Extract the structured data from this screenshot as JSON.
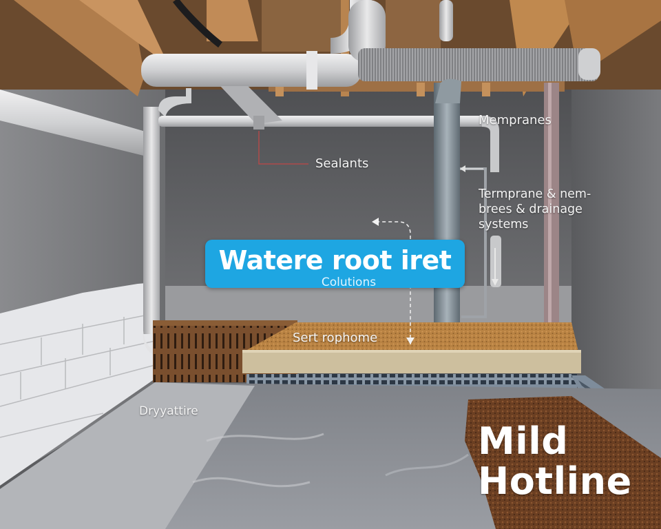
{
  "scene": {
    "subject": "basement waterproofing illustration",
    "colors": {
      "banner": "#1ea6e2",
      "label_text": "#f4f4f4",
      "wall_gray": "#6e6f72",
      "joist_wood": "#a9784a",
      "pipe_white": "#d9dadc",
      "gravel": "#b98343",
      "membrane_floor": "#8d9096",
      "drain_channel": "#7f8d9c",
      "mold_brown": "#6b3f22"
    }
  },
  "banner": {
    "title": "Watere root iret",
    "subtitle": "Colutions"
  },
  "labels": {
    "sealants": "Sealants",
    "membranes": "Mempranes",
    "termprane": "Termprane & nem-brees & drainage systems",
    "sert": "Sert rophome",
    "dry": "Dryyattire",
    "mild_line1": "Mild",
    "mild_line2": "Hotline"
  }
}
